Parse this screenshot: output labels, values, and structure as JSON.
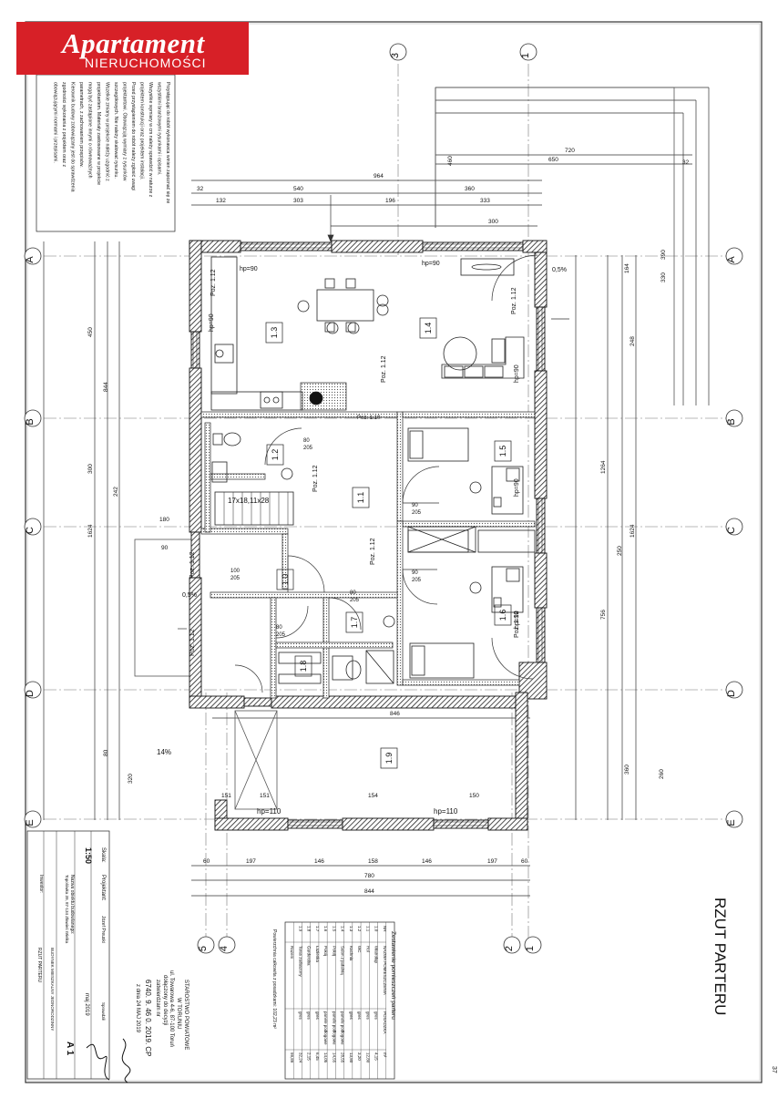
{
  "brand": {
    "name": "Apartament",
    "sub": "NIERUCHOMOŚCI"
  },
  "drawing": {
    "title": "RZUT PARTERU",
    "scale": "1:50",
    "sheet": "A 1",
    "page": "37",
    "date": "maj 2019"
  },
  "axes": {
    "letters": [
      "A",
      "B",
      "C",
      "D",
      "E"
    ],
    "numbers": [
      "1",
      "2",
      "3",
      "4",
      "5"
    ]
  },
  "rooms": [
    {
      "id": "1.1"
    },
    {
      "id": "1.0"
    },
    {
      "id": "1.2"
    },
    {
      "id": "1.3"
    },
    {
      "id": "1.4"
    },
    {
      "id": "1.5"
    },
    {
      "id": "1.6"
    },
    {
      "id": "1.7"
    },
    {
      "id": "1.8"
    },
    {
      "id": "1.9"
    }
  ],
  "labels": {
    "hp90": "hp=90",
    "hp110": "hp=110",
    "poz112": "Poz. 1.12",
    "poz110": "Poz. 1.10",
    "stairs": "17x18,11x28",
    "slope05": "0,5%",
    "slope14": "14%",
    "d9020": "90\n205",
    "d8020": "80\n205",
    "d10020": "100\n205"
  },
  "dims": {
    "top": [
      "964",
      "540",
      "360",
      "32",
      "132",
      "303",
      "196",
      "333",
      "300",
      "720",
      "650",
      "32",
      "460"
    ],
    "bottom": [
      "60",
      "197",
      "146",
      "158",
      "146",
      "197",
      "60",
      "780",
      "844",
      "846",
      "151",
      "154",
      "150",
      "151"
    ],
    "left": [
      "450",
      "300",
      "242",
      "1624",
      "844",
      "320",
      "180",
      "90",
      "80"
    ],
    "right": [
      "1264",
      "1624",
      "756",
      "390",
      "330",
      "360",
      "260",
      "250",
      "164",
      "248"
    ]
  },
  "schedule": {
    "header": "Zestawienie pomieszczeń parteru",
    "cols": [
      "NR",
      "NAZWA POMIESZCZENIA",
      "POSADZKA",
      "m²"
    ],
    "rows": [
      [
        "1.0",
        "Wiatrołap",
        "gres",
        "4,15"
      ],
      [
        "1.1",
        "Hol",
        "gres",
        "12,80"
      ],
      [
        "1.2",
        "WC",
        "gres",
        "3,20"
      ],
      [
        "1.3",
        "Kuchnia",
        "gres",
        "13,80"
      ],
      [
        "1.4",
        "Salon z jadalnią",
        "panele podłogowe",
        "28,55"
      ],
      [
        "1.5",
        "Pokój",
        "panele podłogowe",
        "14,55"
      ],
      [
        "1.6",
        "Pokój",
        "panele podłogowe",
        "14,05"
      ],
      [
        "1.7",
        "Łazienka",
        "gres",
        "6,45"
      ],
      [
        "1.8",
        "Garderoba",
        "gres",
        "2,15"
      ],
      [
        "1.9",
        "Taras zadaszony",
        "gres",
        "32,24"
      ]
    ],
    "footer": "Powierzchnia całkowita z posadzkami: 102,23 m²",
    "totalLabel": "Razem",
    "total": "99,89"
  },
  "titleblock": {
    "inwestor": "Inwestor:",
    "obiekt": "Nazwa obiektu budowlanego:",
    "obiekt_val": "BUDYNEK MIESZKALNY JEDNORODZINNY",
    "adres": "Topolówka 39, 87-134 Zławieś Wielka",
    "projektant": "Projektant:",
    "projektant_val": "Józef Preuski",
    "sprawdzil": "Sprawdził",
    "nazwa": "RZUT PARTERU",
    "skala": "Skala:"
  },
  "stamp": {
    "l1": "STAROSTWO POWIATOWE",
    "l2": "W TORUNIU",
    "l3": "ul. Towarowa 4-6, 87-100 Toruń",
    "l4": "dołączony do decyzji",
    "l5": "zatwierdzam nr",
    "l6": "6740. 9. 46 0. 2019. CP",
    "l7": "z dnia 24 MAJ 2019"
  },
  "note": {
    "lines": [
      "Przystępując do robót wykonawca winien zapoznać się ze",
      "wszystkimi branżowymi rysunkami i opisami.",
      "Wszystkie wymiary w cm należy sprawdzić w naturze z",
      "projektem konstrukcji oraz projektem instalacji.",
      "Przed przystąpieniem do robót należy zgłosić uwagi",
      "projektantowi. Obowiązują wymiary z rysunków",
      "szczegółowych. Nie należy skalować rysunku.",
      "Wszelkie zmiany w projekcie należy uzgodnić z",
      "projektantem. Materiały zastosowane w projekcie",
      "mogą być zastąpione innymi o równoważnych",
      "parametrach, z zachowaniem przepisów.",
      "Kierownik budowy zobowiązany jest do sprawdzenia",
      "zgodności wykonania z projektem oraz z",
      "obowiązującymi normami i przepisami."
    ]
  }
}
